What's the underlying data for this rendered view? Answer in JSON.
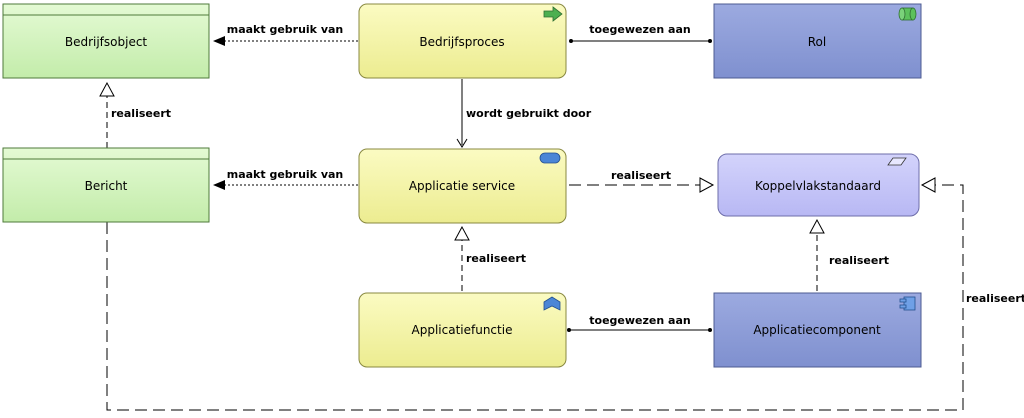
{
  "nodes": {
    "bedrijfsobject": {
      "label": "Bedrijfsobject",
      "color": "#cdf2b4"
    },
    "bedrijfsproces": {
      "label": "Bedrijfsproces",
      "color": "#f3f3a6"
    },
    "rol": {
      "label": "Rol",
      "color": "#8b9bd6"
    },
    "bericht": {
      "label": "Bericht",
      "color": "#cdf2b4"
    },
    "applicatie_service": {
      "label": "Applicatie service",
      "color": "#f3f3a6"
    },
    "koppelvlakstandaard": {
      "label": "Koppelvlakstandaard",
      "color": "#c4c4f8"
    },
    "applicatiefunctie": {
      "label": "Applicatiefunctie",
      "color": "#f3f3a6"
    },
    "applicatiecomponent": {
      "label": "Applicatiecomponent",
      "color": "#8b9bd6"
    }
  },
  "edges": {
    "proces_object": "maakt gebruik van",
    "proces_rol": "toegewezen aan",
    "proces_service": "wordt gebruikt door",
    "bericht_object": "realiseert",
    "service_bericht": "maakt gebruik van",
    "service_koppelvlak": "realiseert",
    "functie_service": "realiseert",
    "component_koppelvlak": "realiseert",
    "functie_component": "toegewezen aan",
    "bericht_koppelvlak": "realiseert"
  },
  "icons": {
    "bedrijfsproces": "process-arrow-icon",
    "rol": "role-cylinder-icon",
    "applicatie_service": "service-icon",
    "koppelvlakstandaard": "representation-icon",
    "applicatiefunctie": "function-icon",
    "applicatiecomponent": "component-icon"
  }
}
